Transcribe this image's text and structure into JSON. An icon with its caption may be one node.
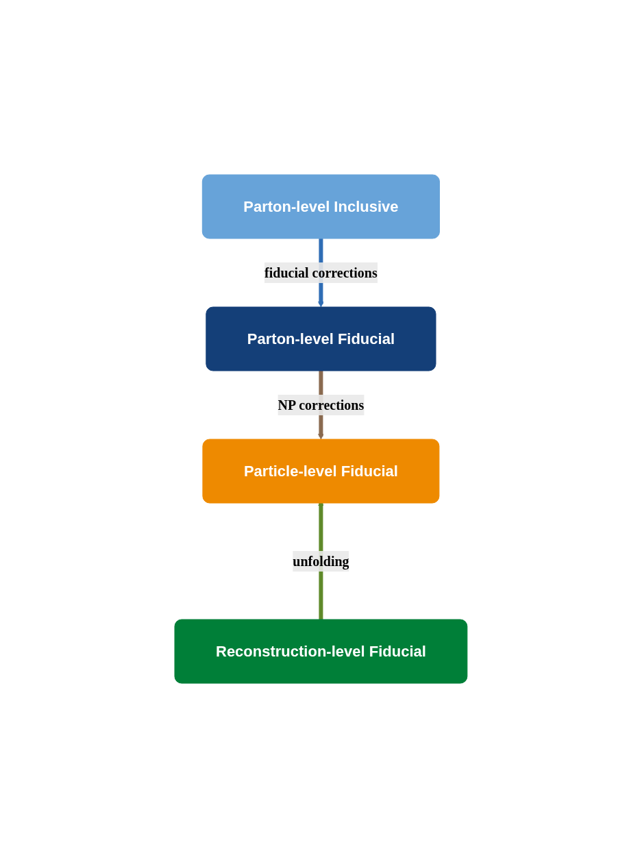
{
  "diagram": {
    "nodes": [
      {
        "text": [
          "Parton-level Inclusive"
        ]
      },
      {
        "text": [
          "Parton-level Fiducial"
        ]
      },
      {
        "text": [
          "Particle-level Fiducial"
        ]
      },
      {
        "text": [
          "Reconstruction-level Fiducial"
        ]
      }
    ],
    "edges": [
      {
        "from": 0,
        "to": 1,
        "arrow": "to",
        "label": "fiducial corrections",
        "color": "#2f6db5"
      },
      {
        "from": 1,
        "to": 2,
        "arrow": "to",
        "label": "NP corrections",
        "color": "#8a6a50"
      },
      {
        "from": 3,
        "to": 2,
        "arrow": "to",
        "label": "unfolding",
        "color": "#5f8a2a"
      }
    ]
  }
}
